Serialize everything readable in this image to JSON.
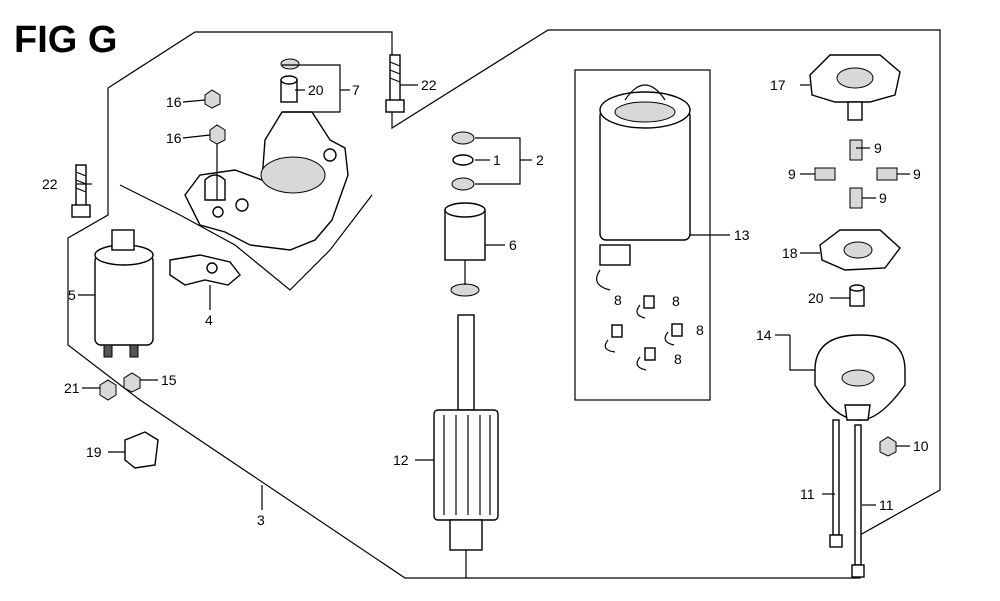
{
  "figure_title": "FIG G",
  "callouts": {
    "c1": "1",
    "c2": "2",
    "c3": "3",
    "c4": "4",
    "c5": "5",
    "c6": "6",
    "c7": "7",
    "c8": "8",
    "c9": "9",
    "c10": "10",
    "c11": "11",
    "c12": "12",
    "c13": "13",
    "c14": "14",
    "c15": "15",
    "c16": "16",
    "c17": "17",
    "c18": "18",
    "c19": "19",
    "c20": "20",
    "c21": "21",
    "c22": "22"
  }
}
